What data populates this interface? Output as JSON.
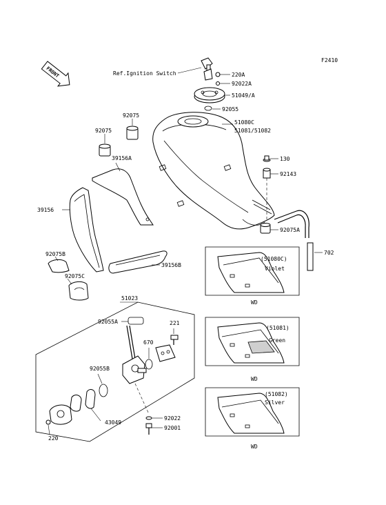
{
  "figure_code": "F2410",
  "front_badge": "FRONT",
  "labels": {
    "ref_ignition": "Ref.Ignition Switch",
    "p220A": "220A",
    "p92022A": "92022A",
    "p51049A": "51049/A",
    "p92055": "92055",
    "p92075_top": "92075",
    "p92075_left": "92075",
    "p51080C": "51080C",
    "p51081_51082": "51081/51082",
    "p39156A": "39156A",
    "p130": "130",
    "p92143": "92143",
    "p39156": "39156",
    "p92075A": "92075A",
    "p702": "702",
    "p92075B": "92075B",
    "p92075C": "92075C",
    "p39156B": "39156B",
    "p51023": "51023",
    "p92055A": "92055A",
    "p221": "221",
    "p670": "670",
    "p92055B": "92055B",
    "p43049": "43049",
    "p92022": "92022",
    "p92001": "92001",
    "p220": "220"
  },
  "variants": [
    {
      "code": "(51080C)",
      "color": "Violet",
      "region": "WD"
    },
    {
      "code": "(51081)",
      "color": "Green",
      "region": "WD"
    },
    {
      "code": "(51082)",
      "color": "Silver",
      "region": "WD"
    }
  ]
}
